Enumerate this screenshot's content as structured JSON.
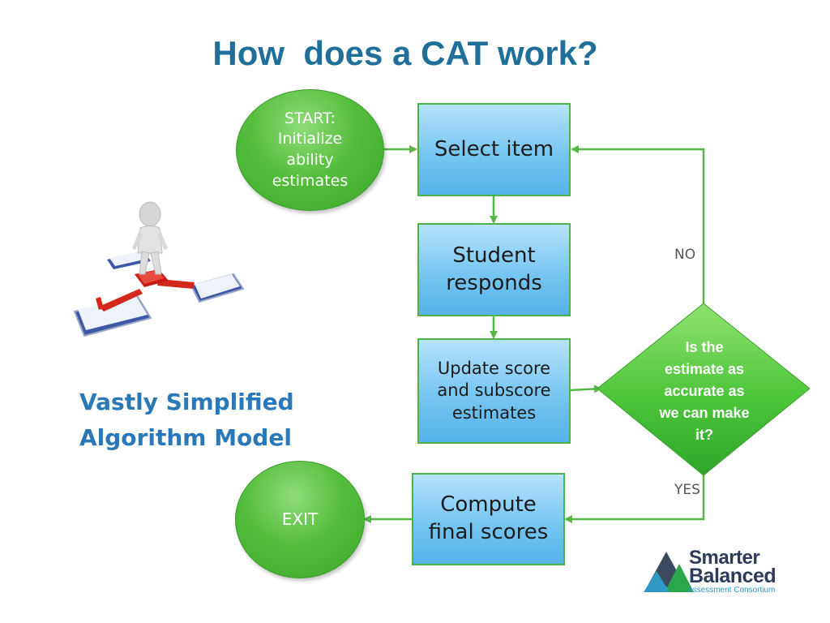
{
  "slide": {
    "title": "How  does a CAT work?"
  },
  "flowchart": {
    "start_node": "START:\nInitialize\nability\nestimates",
    "select_item": "Select item",
    "student_responds": "Student\nresponds",
    "update_scores": "Update score\nand subscore\nestimates",
    "decision": "Is the\nestimate as\naccurate as\nwe can make\nit?",
    "compute_scores": "Compute\nfinal scores",
    "exit_node": "EXIT",
    "no_label": "NO",
    "yes_label": "YES"
  },
  "caption": {
    "text": "Vastly Simplified\nAlgorithm Model"
  },
  "logo": {
    "line1": "Smarter",
    "line2": "Balanced",
    "line3": "Assessment Consortium"
  },
  "colors": {
    "title": "#1f6f9a",
    "node_green": "#4cb34a",
    "box_blue": "#76c6f1",
    "arrow": "#5ab548",
    "caption_blue": "#2a78b8"
  }
}
